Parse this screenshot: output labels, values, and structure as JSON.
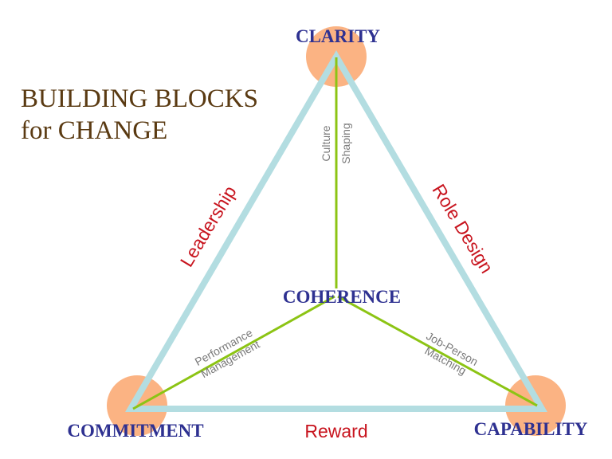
{
  "title": {
    "line1": "BUILDING BLOCKS",
    "line2": "for CHANGE"
  },
  "nodes": {
    "top": "CLARITY",
    "left": "COMMITMENT",
    "right": "CAPABILITY",
    "center": "COHERENCE"
  },
  "edges": {
    "left": "Leadership",
    "right": "Role Design",
    "bottom": "Reward"
  },
  "spokes": {
    "top": {
      "line1": "Culture",
      "line2": "Shaping"
    },
    "left": {
      "line1": "Performance",
      "line2": "Management"
    },
    "right": {
      "line1": "Job-Person",
      "line2": "Matching"
    }
  },
  "colors": {
    "node_circle": "#fbb383",
    "triangle": "#b3dde1",
    "spoke": "#8cc414",
    "node_text": "#2e3191",
    "edge_text": "#c8141e",
    "spoke_text": "#7a7a7a",
    "title_text": "#5a3a12"
  }
}
